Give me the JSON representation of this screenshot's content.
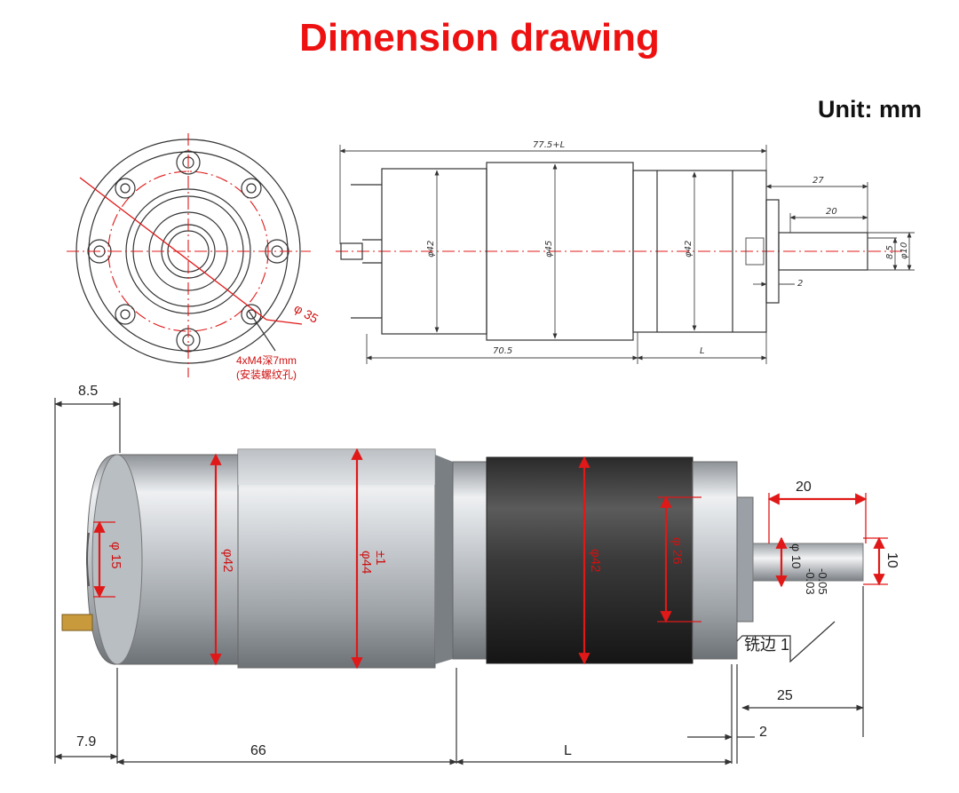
{
  "title": "Dimension drawing",
  "unit": "Unit: mm",
  "front_view": {
    "pitch_diameter": "φ 35",
    "thread_note": "4xM4深7mm",
    "thread_note_cn": "(安装螺纹孔)"
  },
  "side_view": {
    "total_length": "77.5+L",
    "shaft_dim_27": "27",
    "shaft_dim_20": "20",
    "body_dia_left": "φ42",
    "body_dia_mid": "φ45",
    "body_dia_right": "φ42",
    "shaft_dia_flat": "8.5",
    "shaft_dia": "φ10",
    "step_2": "2",
    "len_70_5": "70.5",
    "len_L": "L"
  },
  "photo": {
    "dim_8_5": "8.5",
    "dim_phi15": "φ 15",
    "dim_phi42_left": "φ42",
    "dim_phi44": "φ44",
    "dim_pm1": "±1",
    "dim_phi42_right": "φ42",
    "dim_phi26": "φ 26",
    "dim_shaft_20": "20",
    "dim_shaft_tol": "φ 10",
    "dim_tol_upper": "-0.03",
    "dim_tol_lower": "-0.05",
    "dim_10": "10",
    "flat_label": "铣边 1",
    "dim_25": "25",
    "dim_2": "2",
    "dim_7_9": "7.9",
    "dim_66": "66",
    "dim_L": "L"
  }
}
